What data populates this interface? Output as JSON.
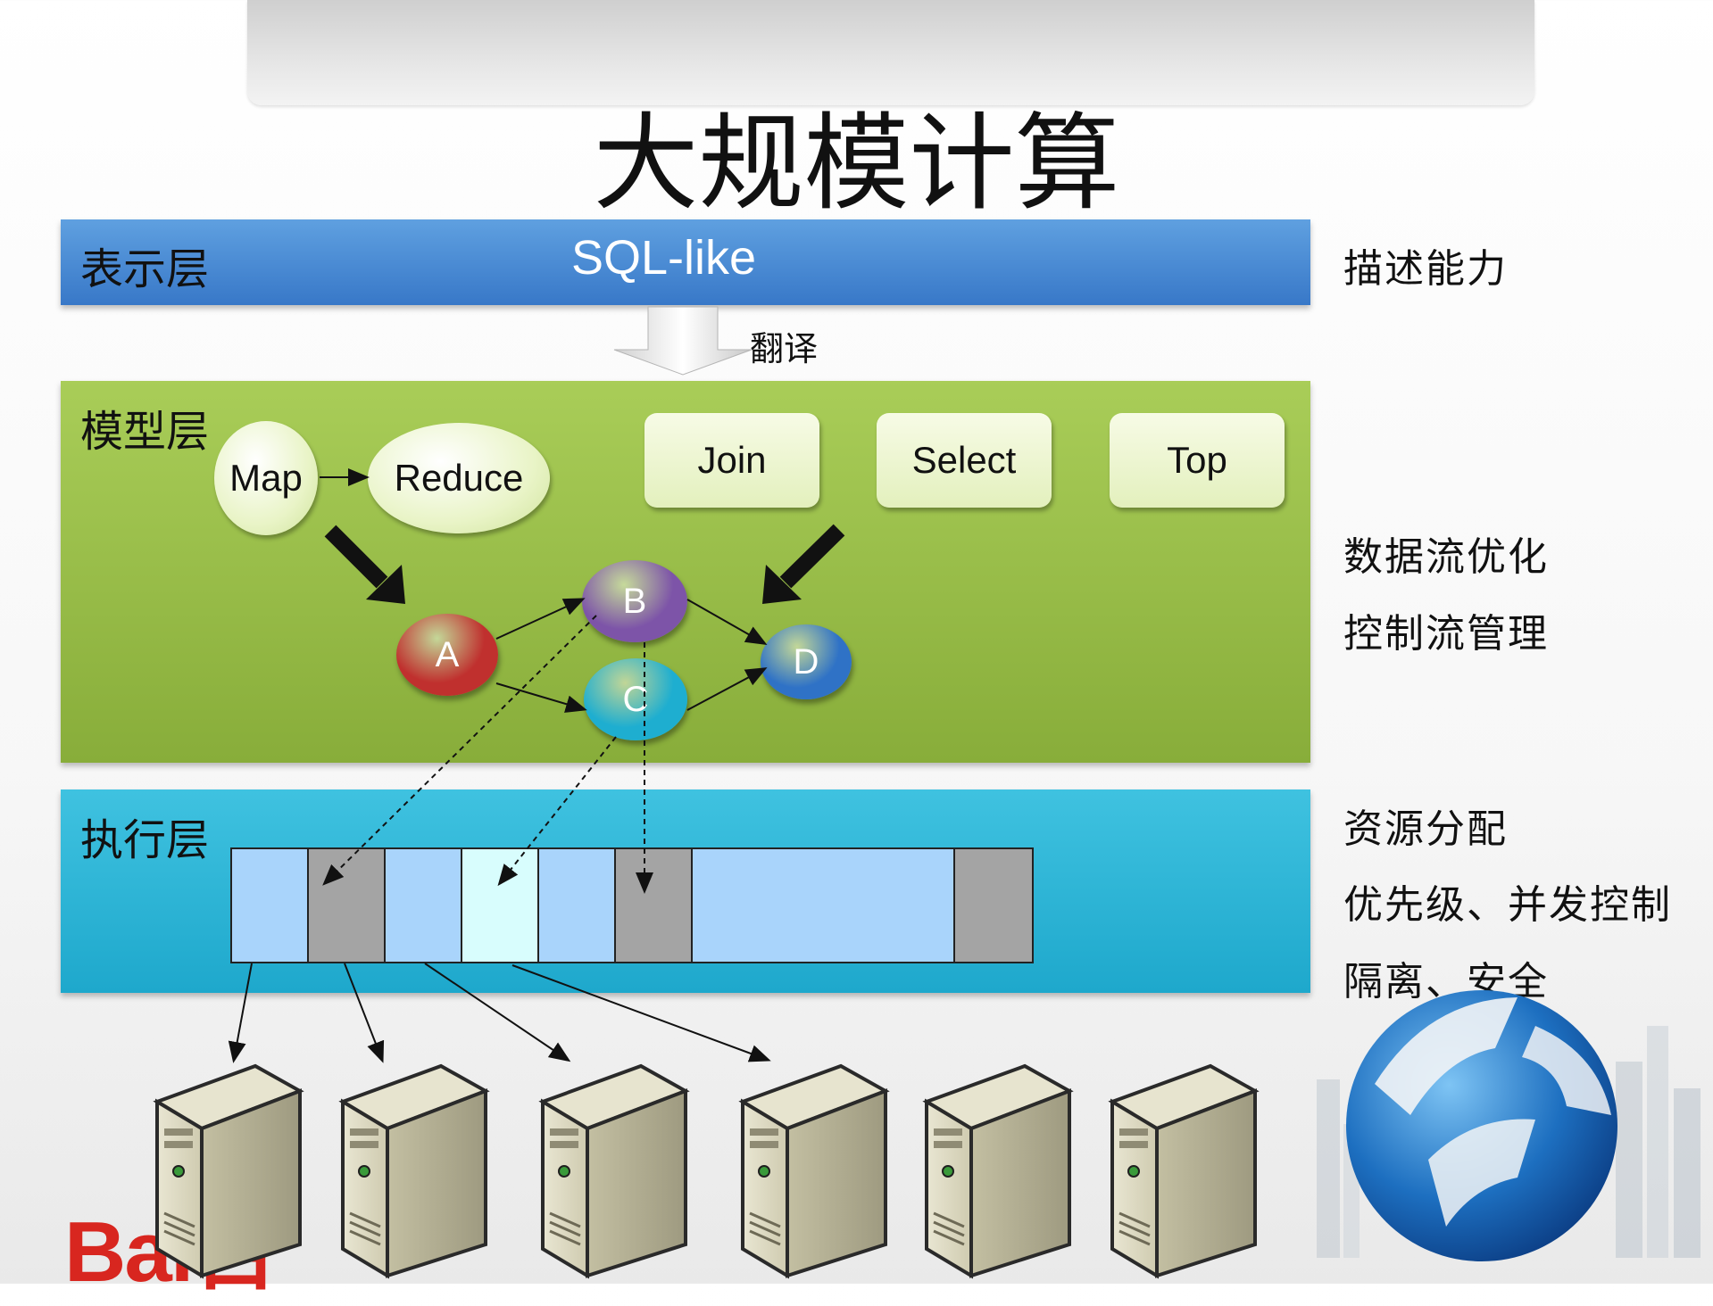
{
  "title": "大规模计算",
  "presentation_layer": {
    "name": "表示层",
    "content": "SQL-like"
  },
  "translate_label": "翻译",
  "model_layer": {
    "name": "模型层",
    "map_label": "Map",
    "reduce_label": "Reduce",
    "operators": [
      "Join",
      "Select",
      "Top"
    ],
    "nodes": [
      {
        "label": "A",
        "color": "#c0302e"
      },
      {
        "label": "B",
        "color": "#7d54a8"
      },
      {
        "label": "C",
        "color": "#1eaed0"
      },
      {
        "label": "D",
        "color": "#2f72c6"
      }
    ]
  },
  "execution_layer": {
    "name": "执行层",
    "slots": [
      "#a9d4fb",
      "#a4a4a4",
      "#a9d4fb",
      "#d8fdfd",
      "#a9d4fb",
      "#a4a4a4",
      "#a9d4fb",
      "#a4a4a4"
    ]
  },
  "right_labels": {
    "description": "描述能力",
    "dataflow": "数据流优化",
    "controlflow": "控制流管理",
    "resource": "资源分配",
    "priority": "优先级、并发控制",
    "isolation": "隔离、安全"
  },
  "server_count": 6,
  "logo_text": "Bai百"
}
